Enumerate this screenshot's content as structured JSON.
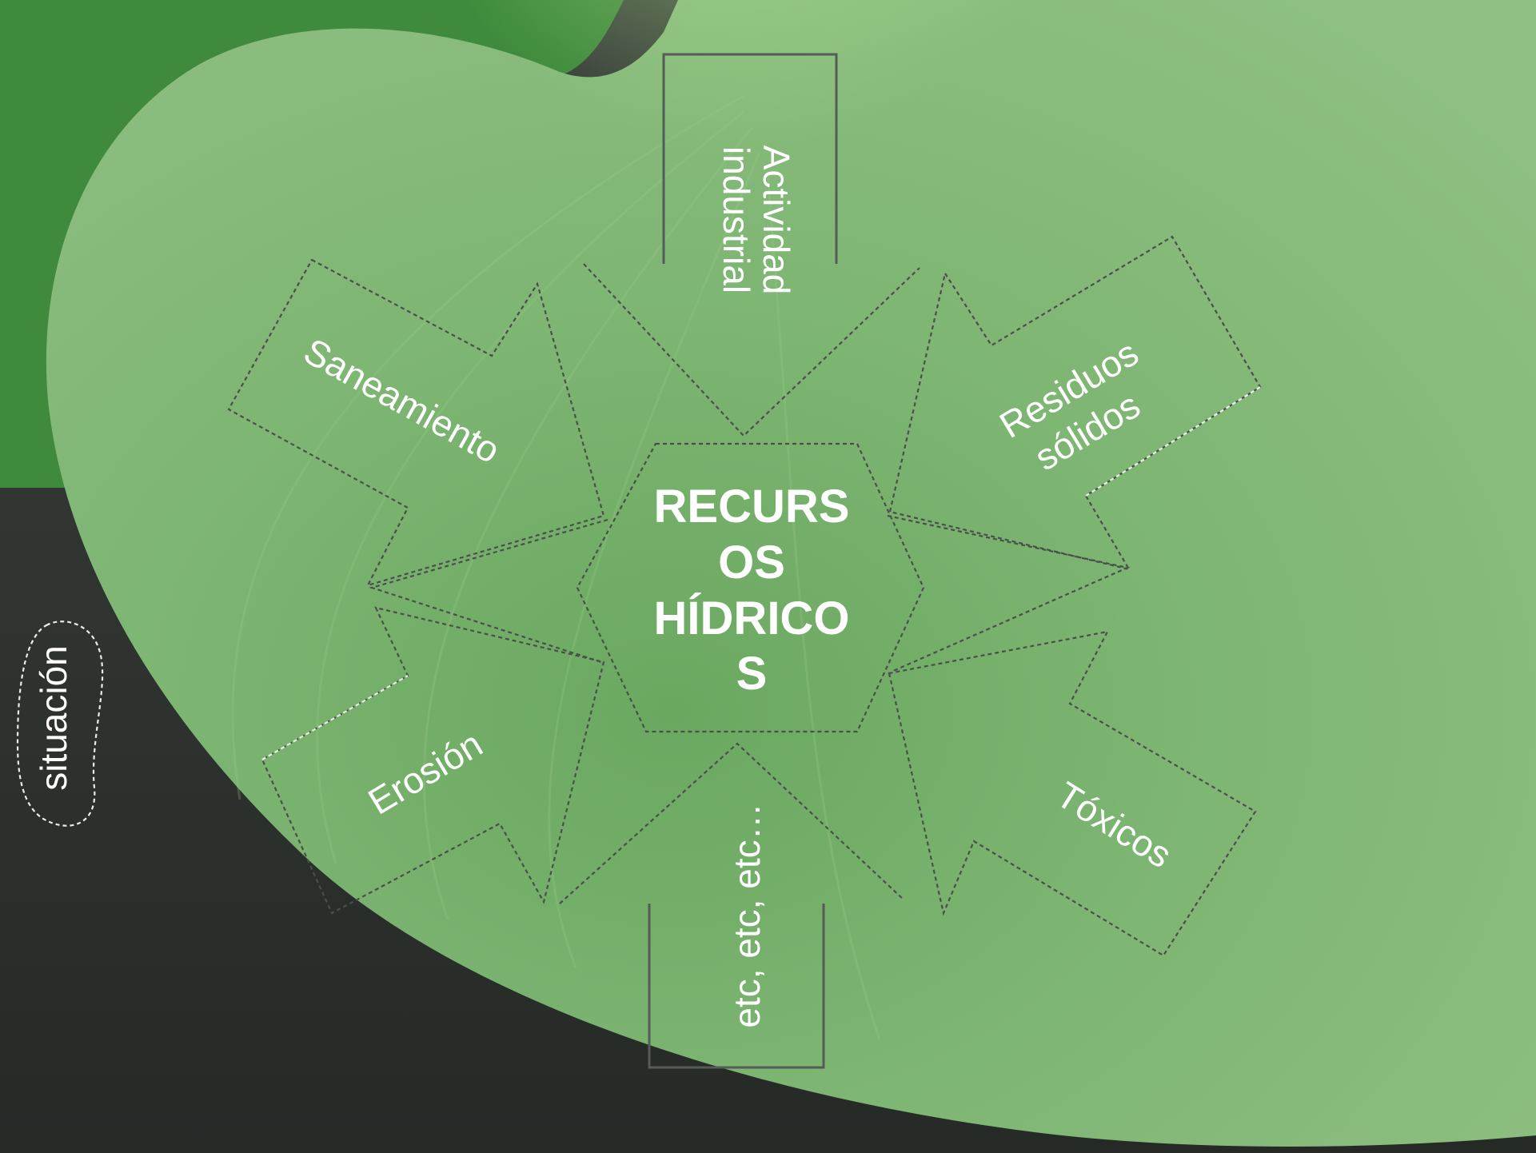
{
  "center": {
    "lines": [
      "RECURS",
      "OS",
      "HÍDRICO",
      "S"
    ]
  },
  "factors": {
    "top": "Actividad industrial",
    "top_line1": "Actividad",
    "top_line2": "industrial",
    "upper_left": "Saneamiento",
    "upper_right_line1": "Residuos",
    "upper_right_line2": "sólidos",
    "lower_left": "Erosión",
    "lower_right": "Tóxicos",
    "bottom": "etc, etc, etc…"
  },
  "side_label": "situación"
}
